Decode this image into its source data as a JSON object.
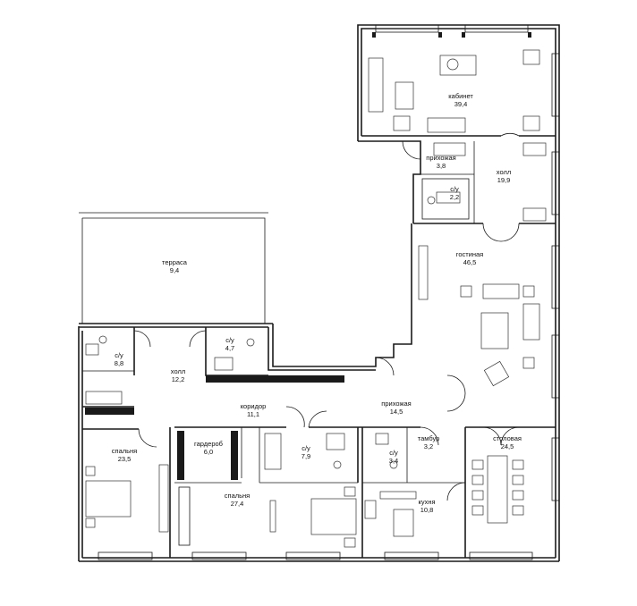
{
  "rooms": [
    {
      "id": "kabinet",
      "name": "кабинет",
      "area": "39,4"
    },
    {
      "id": "prikhozhaya-top",
      "name": "прихожая",
      "area": "3,8"
    },
    {
      "id": "holl-top",
      "name": "холл",
      "area": "19,9"
    },
    {
      "id": "su-top",
      "name": "с/у",
      "area": "2,2"
    },
    {
      "id": "gostinaya",
      "name": "гостиная",
      "area": "46,5"
    },
    {
      "id": "terrasa",
      "name": "терраса",
      "area": "9,4"
    },
    {
      "id": "su-left",
      "name": "с/у",
      "area": "8,8"
    },
    {
      "id": "holl-left",
      "name": "холл",
      "area": "12,2"
    },
    {
      "id": "su-mid",
      "name": "с/у",
      "area": "4,7"
    },
    {
      "id": "koridor",
      "name": "коридор",
      "area": "11,1"
    },
    {
      "id": "prikhozhaya",
      "name": "прихожая",
      "area": "14,5"
    },
    {
      "id": "stolovaya",
      "name": "столовая",
      "area": "24,5"
    },
    {
      "id": "spalnya-left",
      "name": "спальня",
      "area": "23,5"
    },
    {
      "id": "garderob",
      "name": "гардероб",
      "area": "6,0"
    },
    {
      "id": "su-bath",
      "name": "с/у",
      "area": "7,9"
    },
    {
      "id": "su-small",
      "name": "с/у",
      "area": "3,4"
    },
    {
      "id": "tambur",
      "name": "тамбур",
      "area": "3,2"
    },
    {
      "id": "spalnya",
      "name": "спальня",
      "area": "27,4"
    },
    {
      "id": "kukhnya",
      "name": "кухня",
      "area": "10,8"
    }
  ]
}
